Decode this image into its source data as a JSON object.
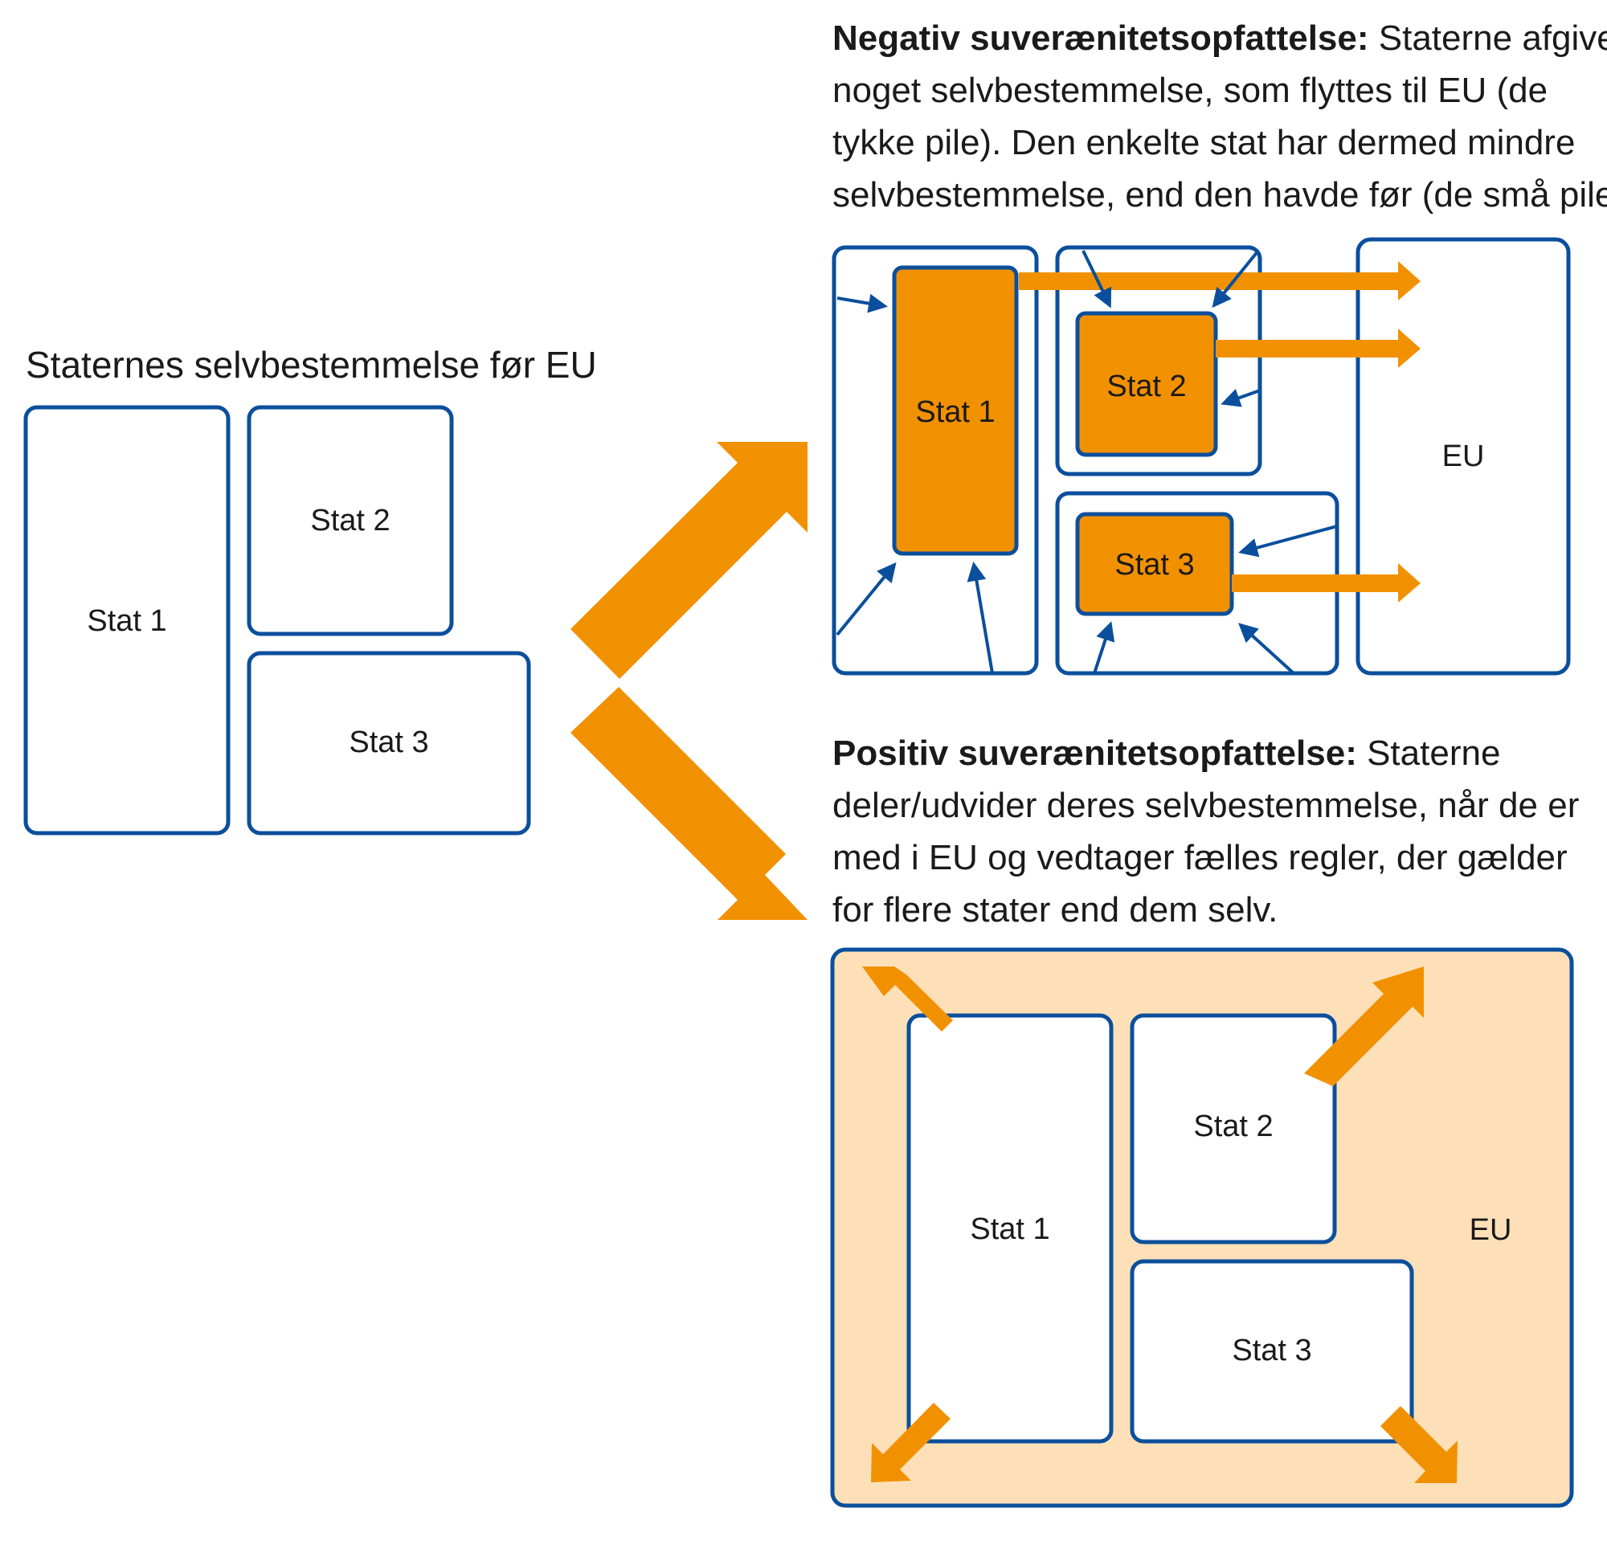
{
  "before": {
    "title": "Staternes selvbestemmelse før EU",
    "stat1": "Stat 1",
    "stat2": "Stat 2",
    "stat3": "Stat 3"
  },
  "negative": {
    "bold": "Negativ suverænitetsopfattelse:",
    "lines": [
      " Staterne afgiver",
      "noget selvbestemmelse, som flyttes til EU (de",
      "tykke pile). Den enkelte stat har dermed mindre",
      "selvbestemmelse, end den havde før (de små pile)."
    ],
    "stat1": "Stat 1",
    "stat2": "Stat 2",
    "stat3": "Stat 3",
    "eu": "EU"
  },
  "positive": {
    "bold": "Positiv suverænitetsopfattelse:",
    "lines": [
      " Staterne",
      "deler/udvider deres selvbestemmelse, når de er",
      "med i EU og vedtager fælles regler, der gælder",
      "for flere stater end dem selv."
    ],
    "stat1": "Stat 1",
    "stat2": "Stat 2",
    "stat3": "Stat 3",
    "eu": "EU"
  },
  "colors": {
    "blue": "#0b4f9c",
    "orange": "#f29100",
    "light_orange": "#fde0b8"
  }
}
